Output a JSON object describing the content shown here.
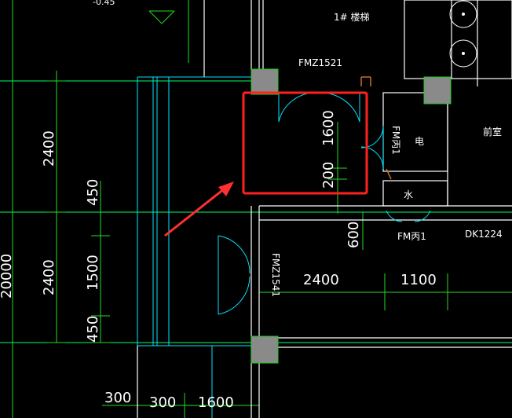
{
  "drawing": {
    "background": "#000000",
    "colors": {
      "dimension_line": "#22dd22",
      "wall": "#ffffff",
      "axis": "#00ff66",
      "opening": "#00e5ff",
      "column_fill": "#8a8a8a",
      "column_edge": "#22cc22",
      "door_marker": "#c87020",
      "highlight_box": "#ff2020",
      "arrow": "#ff3030"
    },
    "top_partial_text": "-0.45",
    "dimensions": {
      "left_outer": "20000",
      "left_1": "2400",
      "left_2": "450",
      "left_3": "2400",
      "left_4": "1500",
      "left_5": "450",
      "room_height": "1600",
      "room_offset": "200",
      "vertical_600": "600",
      "horizontal_2400": "2400",
      "horizontal_1100": "1100",
      "bottom_300a": "300",
      "bottom_300b": "300",
      "bottom_1600": "1600"
    },
    "labels": {
      "stair": "1# 楼梯",
      "door_top": "FMZ1521",
      "door_side_1": "FM丙1",
      "room_electric": "电",
      "room_right": "前室",
      "room_water": "水",
      "door_side_2": "FM丙1",
      "opening_dk": "DK1224",
      "door_left": "FMZ1541"
    },
    "icons": [
      "fixture-circle-icon",
      "fixture-circle-icon"
    ]
  }
}
